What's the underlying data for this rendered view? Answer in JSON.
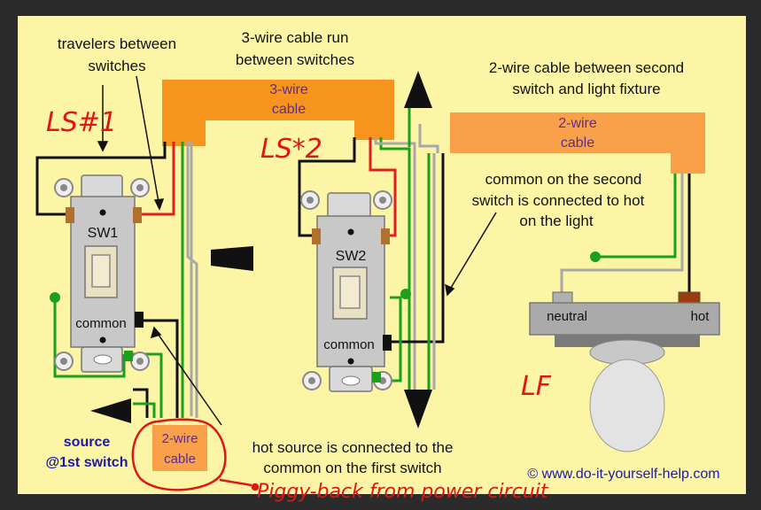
{
  "labels": {
    "travelers": [
      "travelers between",
      "switches"
    ],
    "run": [
      "3-wire cable run",
      "between switches"
    ],
    "cable3": [
      "3-wire",
      "cable"
    ],
    "two_wire_top": [
      "2-wire cable between second",
      "switch and light fixture"
    ],
    "cable2": [
      "2-wire",
      "cable"
    ],
    "common_second": [
      "common on the second",
      "switch is connected to hot",
      "on the light"
    ],
    "sw1": "SW1",
    "sw2": "SW2",
    "common1": "common",
    "common2": "common",
    "neutral": "neutral",
    "hot": "hot",
    "source": [
      "source",
      "@1st switch"
    ],
    "cable_src": [
      "2-wire",
      "cable"
    ],
    "hot_source": [
      "hot source is connected to the",
      "common on the first switch"
    ],
    "copyright": "© www.do-it-yourself-help.com"
  },
  "handwriting": {
    "ls1": "LS#1",
    "ls2": "LS*2",
    "lf": "LF",
    "piggy": "Piggy-back from power circuit"
  },
  "colors": {
    "background": "#fdf5a6",
    "cable3": "#f7941d",
    "cable2": "#f9a14a",
    "switch_body": "#c8c8c8",
    "wire_black": "#111111",
    "wire_red": "#e02020",
    "wire_green": "#1aa01a",
    "wire_gray": "#a8a8a8",
    "ink_red": "#e01515",
    "label_blue": "#1a1aa8"
  }
}
